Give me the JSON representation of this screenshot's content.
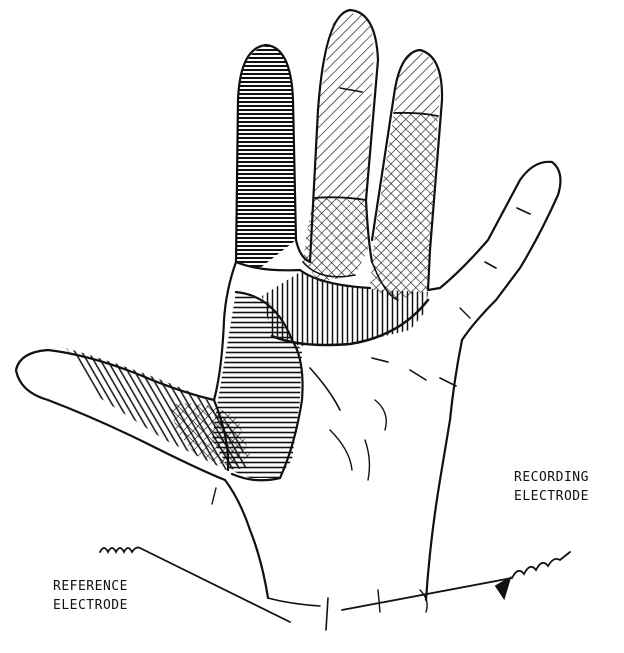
{
  "labels": {
    "recording_electrode": [
      "RECORDING",
      "ELECTRODE"
    ],
    "reference_electrode": [
      "REFERENCE",
      "ELECTRODE"
    ]
  },
  "colors": {
    "ink": "#111111",
    "paper": "#ffffff"
  }
}
